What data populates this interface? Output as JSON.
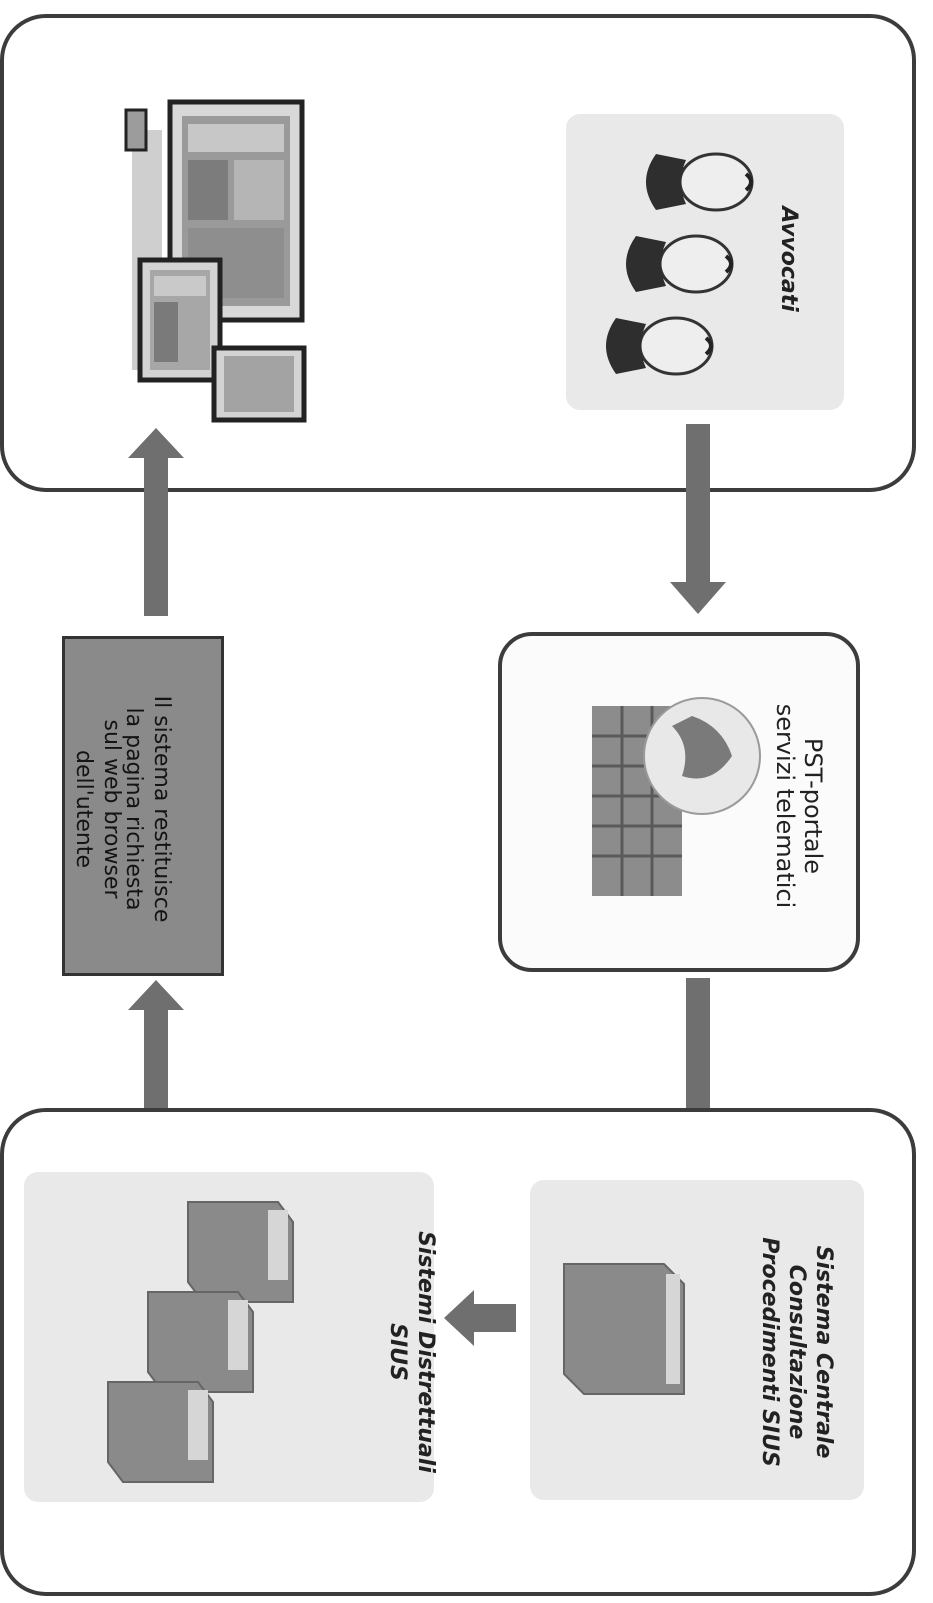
{
  "nodes": {
    "avvocati": {
      "label": "Avvocati",
      "icon": "users-icon"
    },
    "devices": {
      "icon": "devices-icon"
    },
    "pst": {
      "line1": "PST-portale",
      "line2": "servizi telematici",
      "icon": "globe-firewall-icon"
    },
    "response": {
      "line1": "Il sistema restituisce",
      "line2": "la pagina richiesta",
      "line3": "sul web browser",
      "line4": "dell'utente",
      "fill": "#8a8a8a"
    },
    "centrale": {
      "line1": "Sistema Centrale",
      "line2": "Consultazione",
      "line3": "Procedimenti SIUS",
      "icon": "server-icon"
    },
    "distrettuali": {
      "line1": "Sistemi Distrettuali",
      "line2": "SIUS",
      "icon": "servers-icon"
    }
  },
  "colors": {
    "arrow": "#6f6f6f",
    "frame": "#3c3c3c",
    "card": "#e9e9e9"
  }
}
